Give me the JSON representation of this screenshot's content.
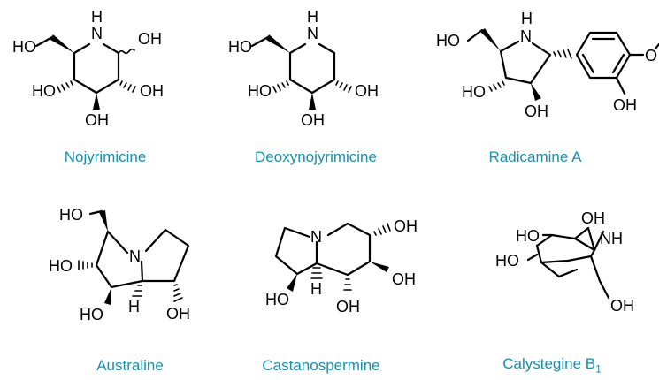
{
  "colors": {
    "caption": "#1a8fae",
    "bond": "#000000",
    "background": "#ffffff"
  },
  "compounds": [
    {
      "name": "Nojyrimicine"
    },
    {
      "name": "Deoxynojyrimicine"
    },
    {
      "name": "Radicamine A"
    },
    {
      "name": "Australine"
    },
    {
      "name": "Castanospermine"
    },
    {
      "name": "Calystegine B",
      "subscript": "1"
    }
  ],
  "atom_labels": {
    "OH": "OH",
    "HO": "HO",
    "N": "N",
    "H": "H",
    "NH": "NH"
  }
}
